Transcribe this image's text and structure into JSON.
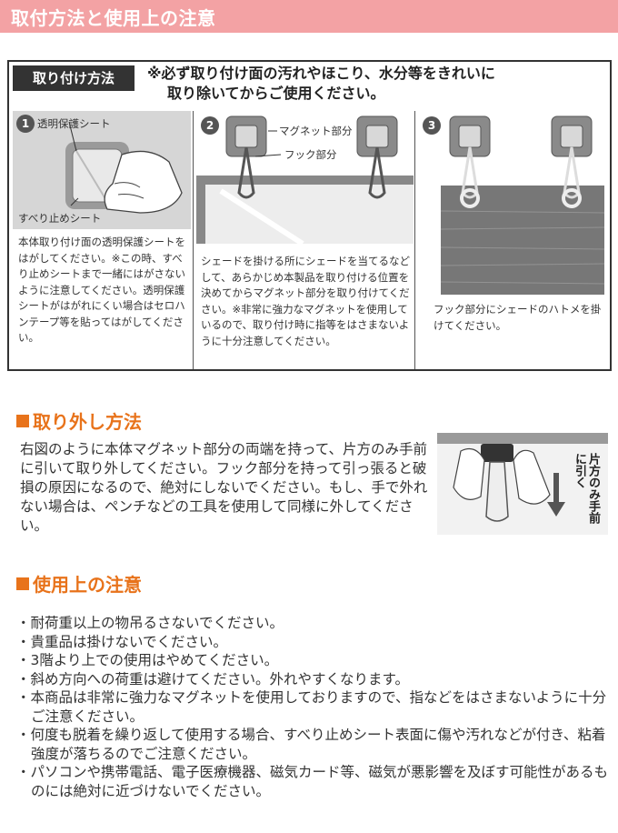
{
  "header": {
    "title": "取付方法と使用上の注意"
  },
  "install": {
    "label": "取り付け方法",
    "notice_line1": "※必ず取り付け面の汚れやほこり、水分等をきれいに",
    "notice_line2": "取り除いてからご使用ください。",
    "steps": [
      {
        "num": "1",
        "fig_label_top": "透明保護シート",
        "fig_label_bottom": "すべり止めシート",
        "text": "本体取り付け面の透明保護シートをはがしてください。※この時、すべり止めシートまで一緒にはがさないように注意してください。透明保護シートがはがれにくい場合はセロハンテープ等を貼ってはがしてください。"
      },
      {
        "num": "2",
        "fig_label_magnet": "マグネット部分",
        "fig_label_hook": "フック部分",
        "text": "シェードを掛ける所にシェードを当てるなどして、あらかじめ本製品を取り付ける位置を決めてからマグネット部分を取り付けてください。※非常に強力なマグネットを使用しているので、取り付け時に指等をはさまないように十分注意してください。"
      },
      {
        "num": "3",
        "text": "フック部分にシェードのハトメを掛けてください。"
      }
    ]
  },
  "removal": {
    "title": "取り外し方法",
    "text": "右図のように本体マグネット部分の両端を持って、片方のみ手前に引いて取り外してください。フック部分を持って引っ張ると破損の原因になるので、絶対にしないでください。もし、手で外れない場合は、ペンチなどの工具を使用して同様に外してください。",
    "arrow_label": "片方のみ手前に引く"
  },
  "caution": {
    "title": "使用上の注意",
    "items": [
      "・耐荷重以上の物吊るさないでください。",
      "・貴重品は掛けないでください。",
      "・3階より上での使用はやめてください。",
      "・斜め方向への荷重は避けてください。外れやすくなります。",
      "・本商品は非常に強力なマグネットを使用しておりますので、指などをはさまないように十分ご注意ください。",
      "・何度も脱着を繰り返して使用する場合、すべり止めシート表面に傷や汚れなどが付き、粘着強度が落ちるのでご注意ください。",
      "・パソコンや携帯電話、電子医療機器、磁気カード等、磁気が悪影響を及ぼす可能性があるものには絶対に近づけないでください。"
    ]
  }
}
